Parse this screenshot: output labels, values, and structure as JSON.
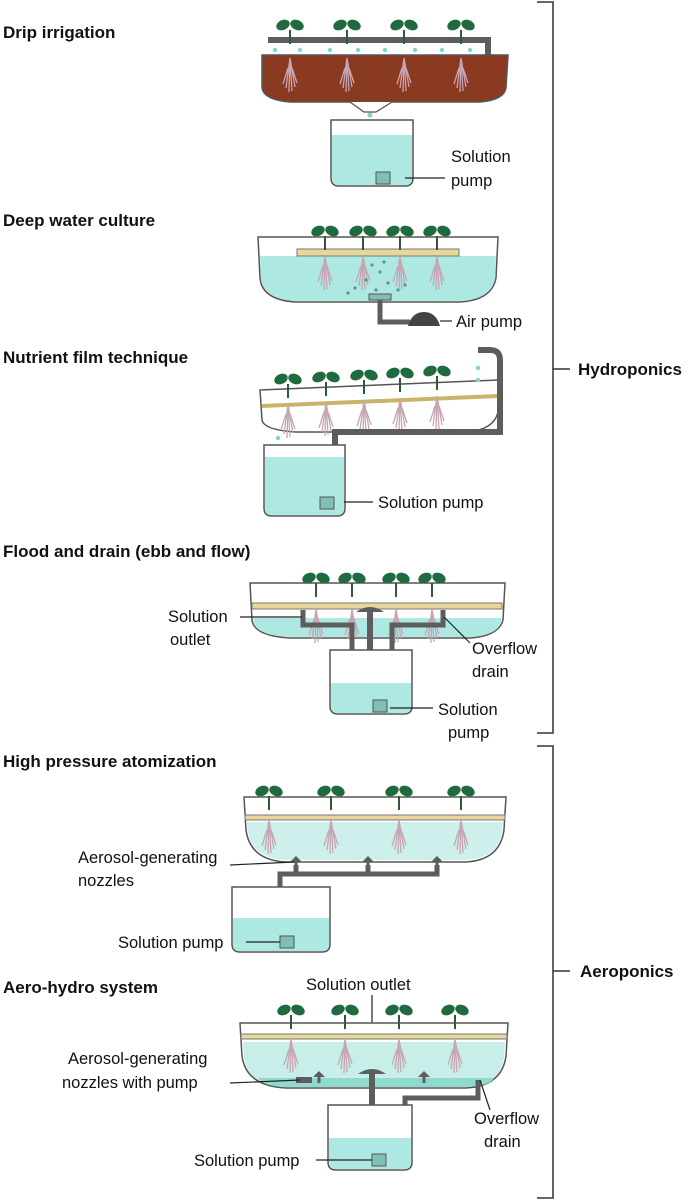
{
  "sections": [
    {
      "title": "Drip irrigation",
      "labels": [
        "Solution",
        "pump"
      ]
    },
    {
      "title": "Deep water culture",
      "labels": [
        "Air pump"
      ]
    },
    {
      "title": "Nutrient film technique",
      "labels": [
        "Solution pump"
      ]
    },
    {
      "title": "Flood and drain (ebb and flow)",
      "labels": [
        "Solution",
        "outlet",
        "Overflow",
        "drain",
        "Solution",
        "pump"
      ]
    },
    {
      "title": "High pressure atomization",
      "labels": [
        "Aerosol-generating",
        "nozzles",
        "Solution pump"
      ]
    },
    {
      "title": "Aero-hydro system",
      "labels": [
        "Solution outlet",
        "Aerosol-generating",
        "nozzles with pump",
        "Overflow",
        "drain",
        "Solution pump"
      ]
    }
  ],
  "groups": {
    "hydroponics": "Hydroponics",
    "aeroponics": "Aeroponics"
  },
  "colors": {
    "water": "#aee8e2",
    "water_dark": "#7fd6cc",
    "soil": "#8b3a22",
    "pipe": "#5d5d5d",
    "leaf": "#1f6b3f",
    "root": "#c9a9b5",
    "tray_line": "#777777",
    "plank": "#e8d79a"
  }
}
